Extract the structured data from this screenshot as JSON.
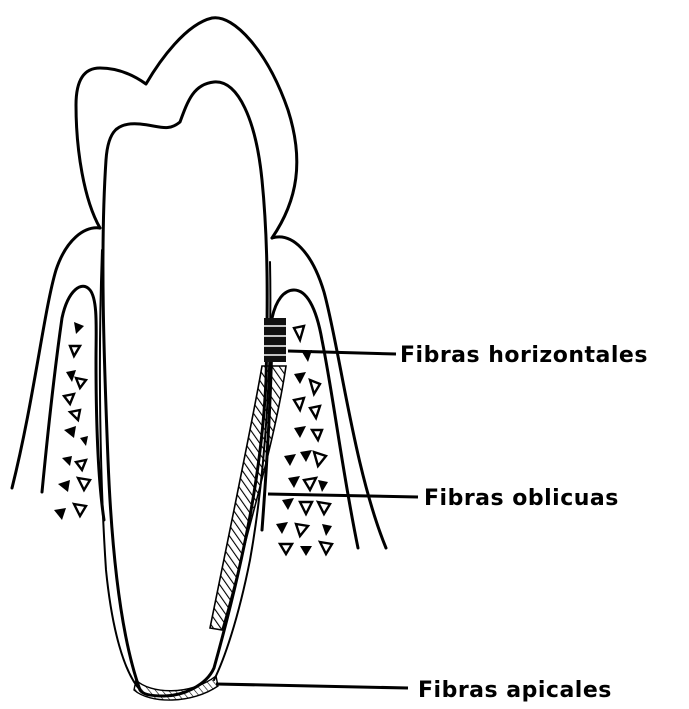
{
  "labels": {
    "horizontal": "Fibras horizontales",
    "oblique": "Fibras oblicuas",
    "apical": "Fibras apicales"
  }
}
